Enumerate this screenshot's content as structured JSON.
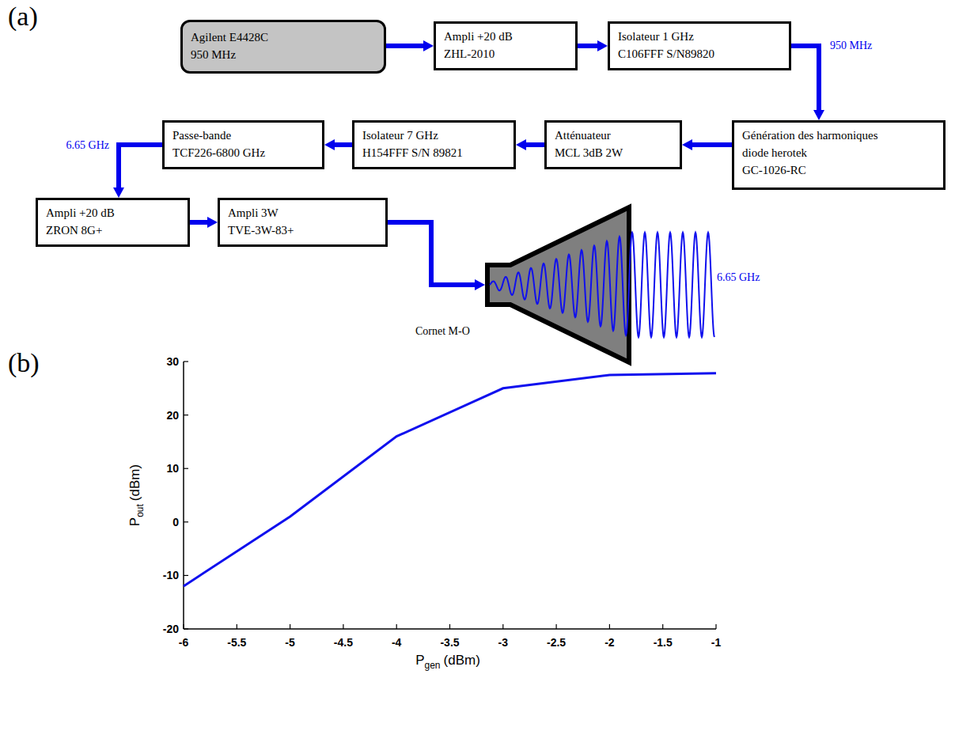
{
  "diagram": {
    "nodes": [
      {
        "text": [
          "Agilent E4428C",
          "950 MHz"
        ]
      },
      {
        "text": [
          "Ampli +20 dB",
          "ZHL-2010"
        ]
      },
      {
        "text": [
          "Isolateur 1 GHz",
          "C106FFF S/N89820"
        ]
      },
      {
        "text": [
          "Génération des harmoniques",
          "diode herotek",
          "GC-1026-RC"
        ]
      },
      {
        "text": [
          "Atténuateur",
          "MCL 3dB 2W"
        ]
      },
      {
        "text": [
          "Isolateur 7 GHz",
          "H154FFF S/N 89821"
        ]
      },
      {
        "text": [
          "Passe-bande",
          "TCF226-6800 GHz"
        ]
      },
      {
        "text": [
          "Ampli +20 dB",
          "ZRON 8G+"
        ]
      },
      {
        "text": [
          "Ampli 3W",
          "TVE-3W-83+"
        ]
      },
      {
        "text": [
          "Cornet M-O"
        ]
      }
    ],
    "edges": [
      {
        "from": 0,
        "to": 1,
        "arrow": "to"
      },
      {
        "from": 1,
        "to": 2,
        "arrow": "to"
      },
      {
        "from": 2,
        "to": 3,
        "arrow": "to",
        "label": "950 MHz"
      },
      {
        "from": 3,
        "to": 4,
        "arrow": "to"
      },
      {
        "from": 4,
        "to": 5,
        "arrow": "to"
      },
      {
        "from": 5,
        "to": 6,
        "arrow": "to"
      },
      {
        "from": 6,
        "to": 7,
        "arrow": "to",
        "label": "6.65 GHz"
      },
      {
        "from": 7,
        "to": 8,
        "arrow": "to"
      },
      {
        "from": 8,
        "to": 9,
        "arrow": "to"
      }
    ],
    "labels": [
      "(a)",
      "6.65 GHz",
      "(b)",
      "30",
      "20",
      "10",
      "0",
      "-10",
      "-20",
      "-6",
      "-5.5",
      "-5",
      "-4.5",
      "-4",
      "-3.5",
      "-3",
      "-2.5",
      "-2",
      "-1.5",
      "-1",
      "P",
      "out",
      "(dBm)",
      "P",
      "gen",
      "(dBm)"
    ]
  }
}
